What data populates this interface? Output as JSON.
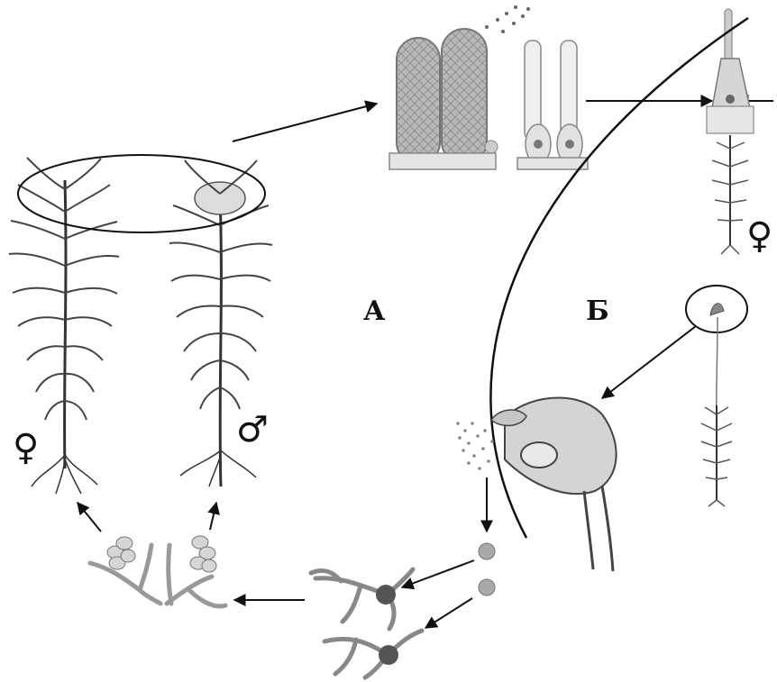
{
  "labels": {
    "region_a": "А",
    "region_b": "Б",
    "female_symbol": "♀",
    "male_symbol": "♂"
  },
  "colors": {
    "ink": "#111111",
    "leaf": "#555555",
    "stem": "#333333",
    "cell_fill": "#e9e9e9",
    "cell_dark": "#9a9a9a",
    "spore": "#9e9e9e",
    "background": "#ffffff"
  },
  "icons": {
    "female": "female-symbol",
    "male": "male-symbol",
    "arrow": "arrow-icon"
  }
}
